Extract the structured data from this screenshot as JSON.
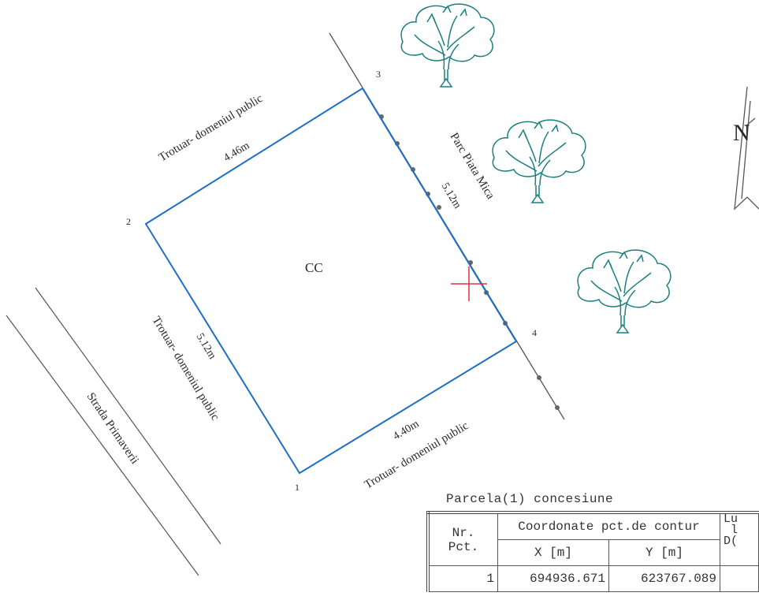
{
  "plan": {
    "area_label": "CC",
    "points": [
      "1",
      "2",
      "3",
      "4"
    ],
    "side_3_4_length": "5.12m",
    "side_2_3_length": "4.46m",
    "side_1_2_length": "5.12m",
    "side_1_4_length": "4.40m",
    "top_border_label": "Trotuar- domeniul public",
    "left_border_label": "Trotuar- domeniul public",
    "bottom_border_label": "Trotuar- domeniul public",
    "right_border_label": "Parc Piata Mica",
    "street_label": "Strada Primaverii",
    "north_letter": "N",
    "colors": {
      "parcel": "#1f6fc4",
      "tree": "#1b7f80",
      "crosshair": "#e03040",
      "lines": "#555555"
    }
  },
  "table": {
    "title": "Parcela(1) concesiune",
    "headers": {
      "nr_pct": "Nr.\nPct.",
      "coords": "Coordonate pct.de contur",
      "x": "X [m]",
      "y": "Y [m]",
      "length_partial": "Lu\n l\nD("
    },
    "rows": [
      {
        "nr": "1",
        "x": "694936.671",
        "y": "623767.089"
      }
    ]
  }
}
